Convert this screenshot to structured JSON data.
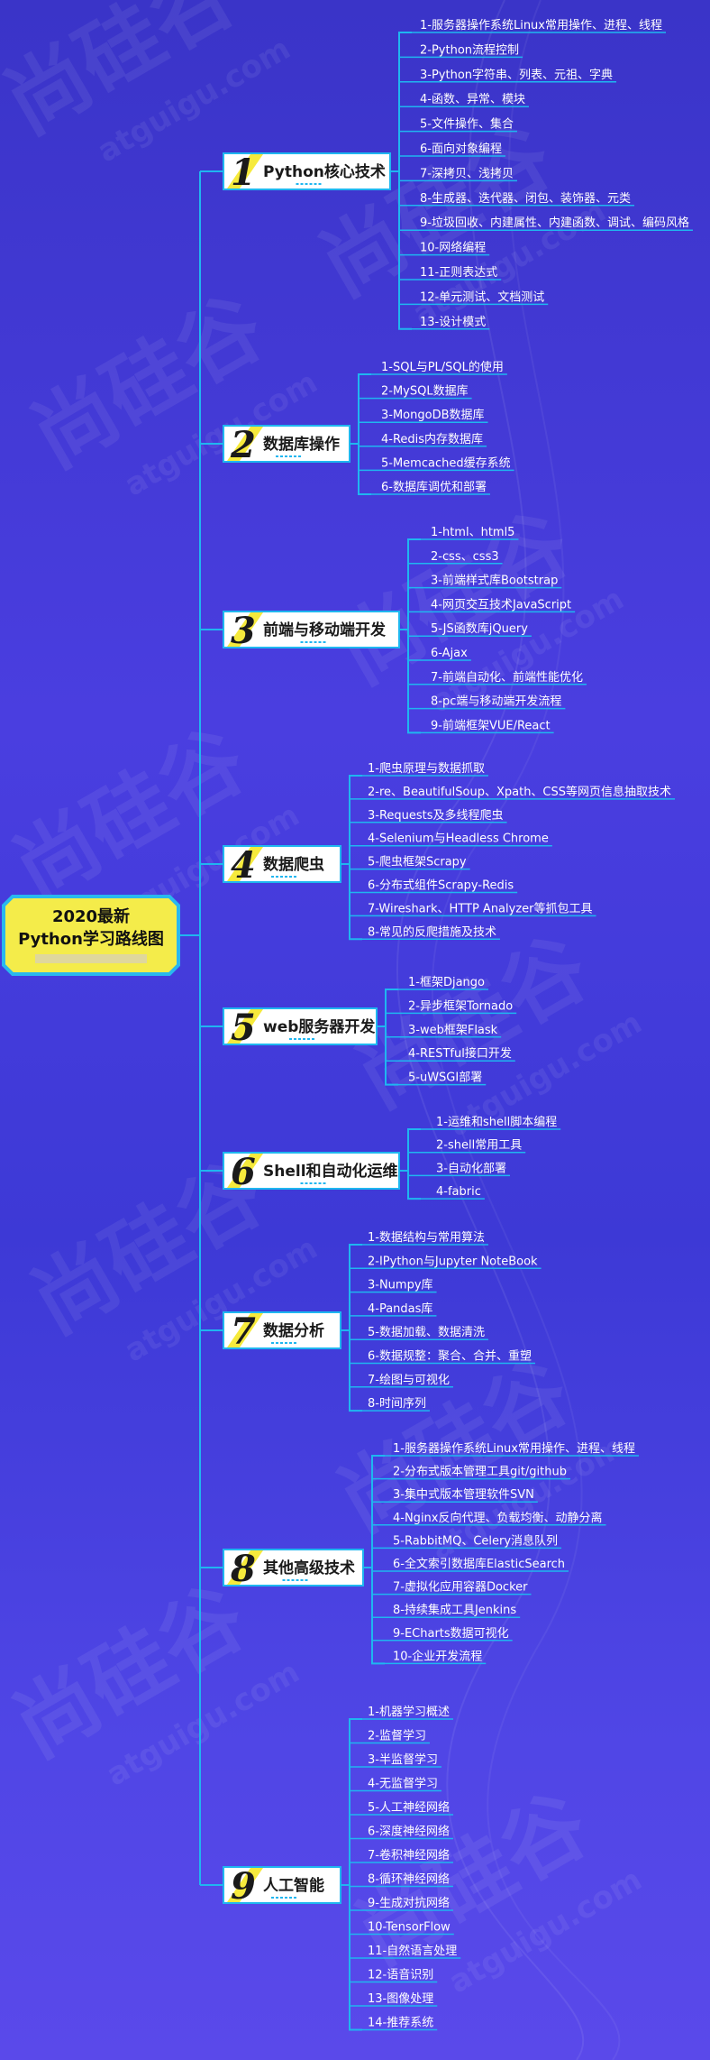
{
  "root": {
    "line1": "2020最新",
    "line2": "Python学习路线图"
  },
  "colors": {
    "line": "#1fb6f0",
    "node_fill": "#ffffff",
    "accent": "#f6ea3c",
    "root_fill": "#f4ec4a",
    "root_border": "#29b8ee"
  },
  "watermark": "尚硅谷",
  "watermark_url": "atguigu.com",
  "categories": [
    {
      "num": "1",
      "title": "Python核心技术",
      "items": [
        "1-服务器操作系统Linux常用操作、进程、线程",
        "2-Python流程控制",
        "3-Python字符串、列表、元祖、字典",
        "4-函数、异常、模块",
        "5-文件操作、集合",
        "6-面向对象编程",
        "7-深拷贝、浅拷贝",
        "8-生成器、迭代器、闭包、装饰器、元类",
        "9-垃圾回收、内建属性、内建函数、调试、编码风格",
        "10-网络编程",
        "11-正则表达式",
        "12-单元测试、文档测试",
        "13-设计模式"
      ]
    },
    {
      "num": "2",
      "title": "数据库操作",
      "items": [
        "1-SQL与PL/SQL的使用",
        "2-MySQL数据库",
        "3-MongoDB数据库",
        "4-Redis内存数据库",
        "5-Memcached缓存系统",
        "6-数据库调优和部署"
      ]
    },
    {
      "num": "3",
      "title": "前端与移动端开发",
      "items": [
        "1-html、html5",
        "2-css、css3",
        "3-前端样式库Bootstrap",
        "4-网页交互技术JavaScript",
        "5-JS函数库jQuery",
        "6-Ajax",
        "7-前端自动化、前端性能优化",
        "8-pc端与移动端开发流程",
        "9-前端框架VUE/React"
      ]
    },
    {
      "num": "4",
      "title": "数据爬虫",
      "items": [
        "1-爬虫原理与数据抓取",
        "2-re、BeautifulSoup、Xpath、CSS等网页信息抽取技术",
        "3-Requests及多线程爬虫",
        "4-Selenium与Headless Chrome",
        "5-爬虫框架Scrapy",
        "6-分布式组件Scrapy-Redis",
        "7-Wireshark、HTTP Analyzer等抓包工具",
        "8-常见的反爬措施及技术"
      ]
    },
    {
      "num": "5",
      "title": "web服务器开发",
      "items": [
        "1-框架Django",
        "2-异步框架Tornado",
        "3-web框架Flask",
        "4-RESTful接口开发",
        "5-uWSGI部署"
      ]
    },
    {
      "num": "6",
      "title": "Shell和自动化运维",
      "items": [
        "1-运维和shell脚本编程",
        "2-shell常用工具",
        "3-自动化部署",
        "4-fabric"
      ]
    },
    {
      "num": "7",
      "title": "数据分析",
      "items": [
        "1-数据结构与常用算法",
        "2-IPython与Jupyter NoteBook",
        "3-Numpy库",
        "4-Pandas库",
        "5-数据加载、数据清洗",
        "6-数据规整：聚合、合并、重塑",
        "7-绘图与可视化",
        "8-时间序列"
      ]
    },
    {
      "num": "8",
      "title": "其他高级技术",
      "items": [
        "1-服务器操作系统Linux常用操作、进程、线程",
        "2-分布式版本管理工具git/github",
        "3-集中式版本管理软件SVN",
        "4-Nginx反向代理、负载均衡、动静分离",
        "5-RabbitMQ、Celery消息队列",
        "6-全文索引数据库ElasticSearch",
        "7-虚拟化应用容器Docker",
        "8-持续集成工具Jenkins",
        "9-ECharts数据可视化",
        "10-企业开发流程"
      ]
    },
    {
      "num": "9",
      "title": "人工智能",
      "items": [
        "1-机器学习概述",
        "2-监督学习",
        "3-半监督学习",
        "4-无监督学习",
        "5-人工神经网络",
        "6-深度神经网络",
        "7-卷积神经网络",
        "8-循环神经网络",
        "9-生成对抗网络",
        "10-TensorFlow",
        "11-自然语言处理",
        "12-语音识别",
        "13-图像处理",
        "14-推荐系统"
      ]
    }
  ]
}
